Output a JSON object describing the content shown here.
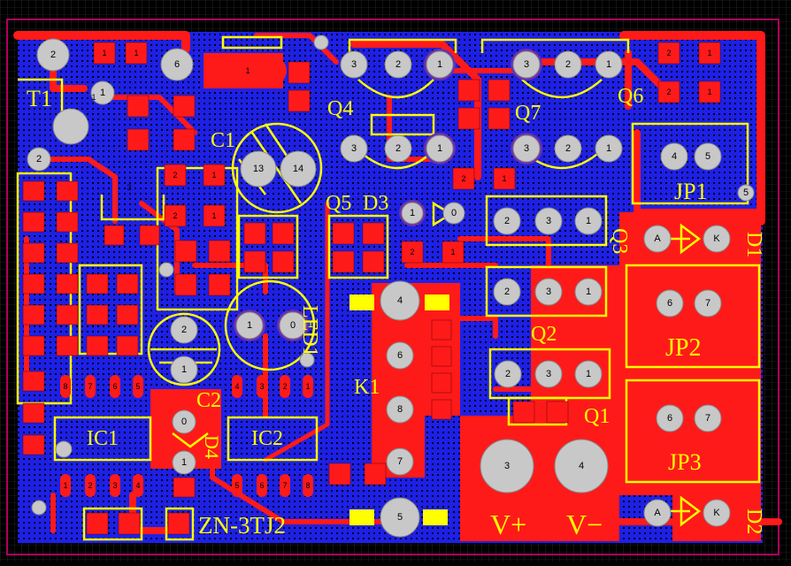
{
  "board": {
    "colors": {
      "background": "#000000",
      "board_fill": "#1e20e6",
      "top_copper": "#ff1a1a",
      "silkscreen": "#ffff00",
      "pad": "#c8c8c8",
      "via_ring": "#6b2fae",
      "frame": "#b00060",
      "grid": "#3a3a3a"
    },
    "labels": {
      "t1": "T1",
      "c1": "C1",
      "c2": "C2",
      "q4": "Q4",
      "q5": "Q5",
      "q7": "Q7",
      "q6": "Q6",
      "d3": "D3",
      "q3": "Q3",
      "d1": "D1",
      "jp1": "JP1",
      "jp2": "JP2",
      "jp3": "JP3",
      "led1": "LED1",
      "k1": "K1",
      "q2": "Q2",
      "q1": "Q1",
      "ic1": "IC1",
      "ic2": "IC2",
      "d4": "D4",
      "d2": "D2",
      "zn": "ZN-3TJ2",
      "vplus": "V+",
      "vminus": "V−"
    },
    "pad_numbers": {
      "t1_top": "2",
      "t1_mid": "1",
      "t1_bottom": "2",
      "t1_big": "6",
      "crystal": "1",
      "relay_13": "13",
      "relay_14": "14",
      "q4": [
        "3",
        "2",
        "1"
      ],
      "q4b": [
        "3",
        "2",
        "1"
      ],
      "q7": [
        "3",
        "2",
        "1"
      ],
      "q7b": [
        "3",
        "2",
        "1"
      ],
      "q6_top": "1",
      "q6_b": "1",
      "q6_c": "2",
      "q6_d": "1",
      "jp1": [
        "4",
        "5"
      ],
      "jp1_extra": "5",
      "d3": [
        "1",
        "0"
      ],
      "q3": [
        "2",
        "3",
        "1"
      ],
      "q2": [
        "2",
        "3",
        "1"
      ],
      "q1": [
        "2",
        "3",
        "1"
      ],
      "d1": [
        "A",
        "K"
      ],
      "d2": [
        "A",
        "K"
      ],
      "jp2": [
        "6",
        "7"
      ],
      "jp3": [
        "6",
        "7"
      ],
      "k1": [
        "4",
        "6",
        "8",
        "7",
        "5"
      ],
      "led1": [
        "1",
        "0"
      ],
      "c2": [
        "2",
        "1"
      ],
      "d4": [
        "0",
        "1"
      ],
      "vp": [
        "3",
        "4"
      ],
      "ic1_top": [
        "8",
        "7",
        "6",
        "5"
      ],
      "ic1_bot": [
        "1",
        "2",
        "3",
        "4"
      ],
      "ic2_top": [
        "4",
        "3",
        "2",
        "1"
      ],
      "ic2_bot": [
        "5",
        "6",
        "7",
        "8"
      ],
      "small_2": "2",
      "small_1": "1",
      "small_3": "3"
    }
  }
}
